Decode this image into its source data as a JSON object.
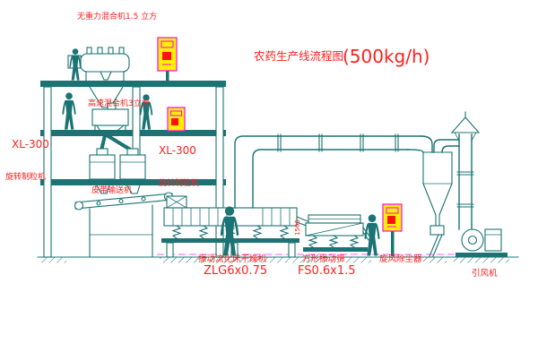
{
  "title": {
    "main": "农药生产线流程图",
    "capacity": "(500kg/h)"
  },
  "equipment_labels": {
    "gravity_mixer": "无重力混合机1.5 立方",
    "high_speed_mixer": "高速混合机3立方",
    "granulator_left_model": "XL-300",
    "granulator_left_name": "旋转制粒机",
    "granulator_mid_model": "XL-300",
    "granulator_mid_name": "旋转制粒机",
    "belt_conveyor": "皮带输送机",
    "fluid_bed_dryer": "振动流化床干燥机",
    "fluid_bed_dryer_model": "ZLG6x0.75",
    "vibrating_sieve": "方形振动筛",
    "vibrating_sieve_model": "FS0.6x1.5",
    "cyclone": "旋风除尘器",
    "induced_draft_fan": "引风机",
    "dimension_1500": "1500"
  },
  "colors": {
    "line": "#1b7373",
    "label_red": "#ff2020",
    "magenta": "#ff00ff",
    "panel_yellow": "#ffef00",
    "button_red": "#ff1010"
  }
}
